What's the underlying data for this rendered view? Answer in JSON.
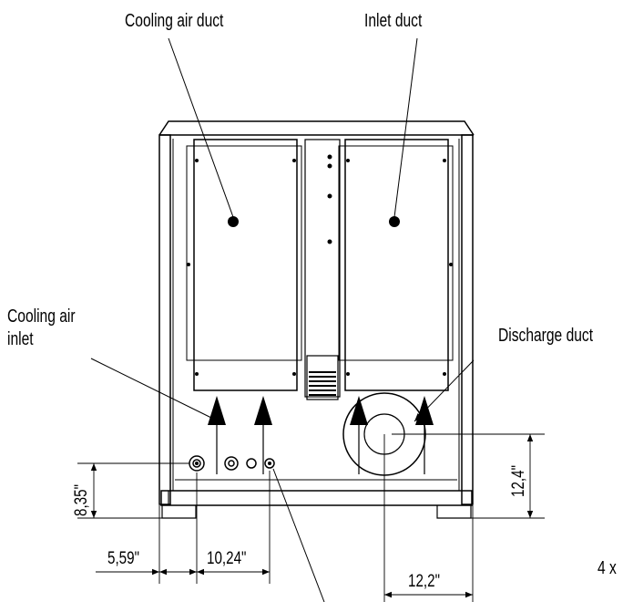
{
  "labels": {
    "cooling_air_duct": "Cooling air duct",
    "inlet_duct": "Inlet duct",
    "cooling_air_inlet_line1": "Cooling air",
    "cooling_air_inlet_line2": "inlet",
    "discharge_duct": "Discharge duct",
    "cut_off_note": "4 x"
  },
  "dimensions": {
    "left_offset": "5,59\"",
    "connection_spacing": "10,24\"",
    "discharge_offset": "12,2\"",
    "connection_height": "8,35\"",
    "discharge_height": "12,4\""
  },
  "colors": {
    "line": "#000000",
    "background": "#ffffff"
  }
}
